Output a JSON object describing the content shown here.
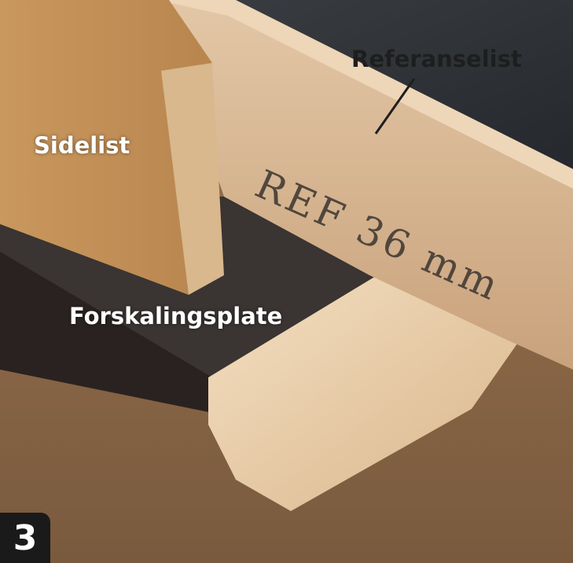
{
  "labels": {
    "reference_strip": "Referanselist",
    "side_strip": "Sidelist",
    "formwork_plate": "Forskalingsplate"
  },
  "handwriting": "REF 36 mm",
  "step_badge": "3",
  "colors": {
    "plate_dark": "#3a3432",
    "background_dark": "#2e3236",
    "reference_wood": "#d8b896",
    "pine": "#ecd3b0",
    "plywood": "#c89a66",
    "badge": "#1a1a1a"
  }
}
